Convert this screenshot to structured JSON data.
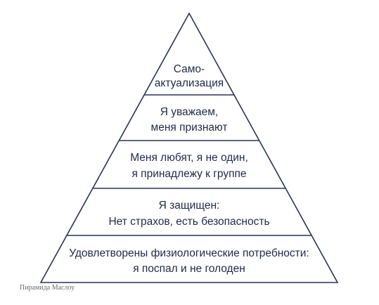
{
  "diagram": {
    "levels": [
      {
        "id": "self-actualization",
        "lines": [
          "Само-",
          "актуализация"
        ]
      },
      {
        "id": "esteem",
        "lines": [
          "Я уважаем,",
          "меня признают"
        ]
      },
      {
        "id": "belonging",
        "lines": [
          "Меня любят, я не один,",
          "я принадлежу к группе"
        ]
      },
      {
        "id": "safety",
        "lines": [
          "Я защищен:",
          "Нет страхов, есть безопасность"
        ]
      },
      {
        "id": "physiological",
        "lines": [
          "Удовлетворены физиологические потребности:",
          "я поспал и не голоден"
        ]
      }
    ],
    "colors": {
      "stroke": "#2a3450",
      "text": "#1f2a44",
      "background": "#ffffff"
    }
  },
  "caption": "Пирамида Маслоу"
}
